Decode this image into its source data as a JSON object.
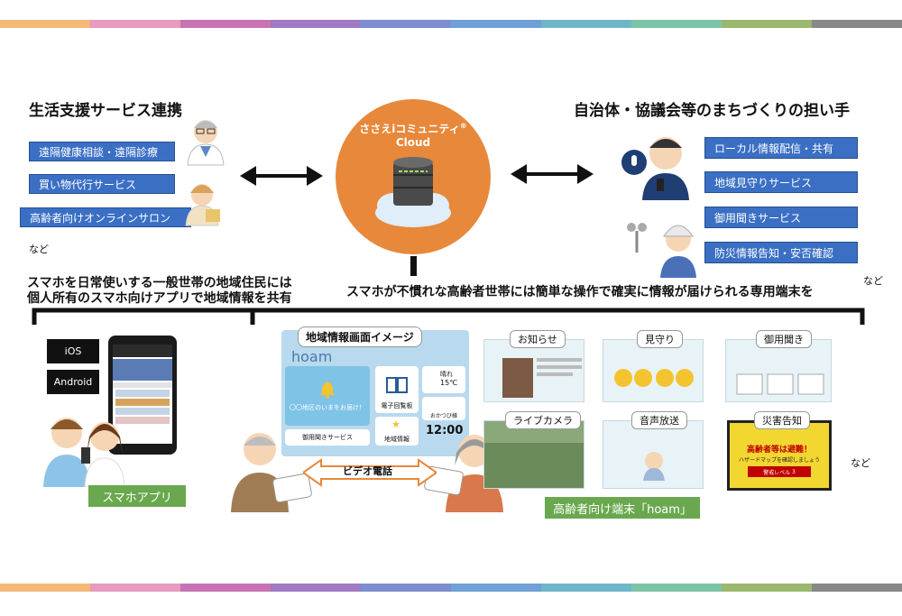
{
  "colors": {
    "bands": [
      "#f2b978",
      "#e69bbf",
      "#c874b4",
      "#a07ac4",
      "#7c8dd0",
      "#6fa0d6",
      "#6fb6c8",
      "#7cc4a8",
      "#9ab86f",
      "#888888"
    ],
    "accent_blue": "#3a6fc4",
    "cloud_orange": "#e8883a",
    "green": "#6aa84f"
  },
  "left": {
    "title": "生活支援サービス連携",
    "items": [
      "遠隔健康相談・遠隔診療",
      "買い物代行サービス",
      "高齢者向けオンラインサロン"
    ],
    "nado": "など"
  },
  "right": {
    "title": "自治体・協議会等のまちづくりの担い手",
    "items": [
      "ローカル情報配信・共有",
      "地域見守りサービス",
      "御用聞きサービス",
      "防災情報告知・安否確認"
    ],
    "nado": "など"
  },
  "cloud": {
    "line1": "ささえiコミュニティ",
    "reg": "®",
    "line2": "Cloud"
  },
  "mid_left_text": [
    "スマホを日常使いする一般世帯の地域住民には",
    "個人所有のスマホ向けアプリで地域情報を共有"
  ],
  "mid_right_text": "スマホが不慣れな高齢者世帯には簡単な操作で確実に情報が届けられる専用端末を",
  "phone": {
    "ios": "iOS",
    "android": "Android",
    "label": "スマホアプリ"
  },
  "hoam": {
    "title": "地域情報画面イメージ",
    "logo": "hoam",
    "notice_text": "〇〇地区のいまをお届け！",
    "tile_ebook": "電子回覧板",
    "tile_goyo": "御用聞きサービス",
    "tile_chiiki": "地域情報",
    "tile_kamera": "おかつび様",
    "weather_line1": "晴れ",
    "weather_line2": "15℃",
    "clock": "12:00",
    "video": "ビデオ電話",
    "label": "高齢者向け端末「hoam」"
  },
  "thumbs": [
    "お知らせ",
    "見守り",
    "御用聞き",
    "ライブカメラ",
    "音声放送",
    "災害告知"
  ],
  "disaster": {
    "line1": "高齢者等は避難！",
    "line2": "ハザードマップを確認しましょう",
    "line3": "警戒レベル",
    "level": "3"
  },
  "nado_bottom": "など"
}
